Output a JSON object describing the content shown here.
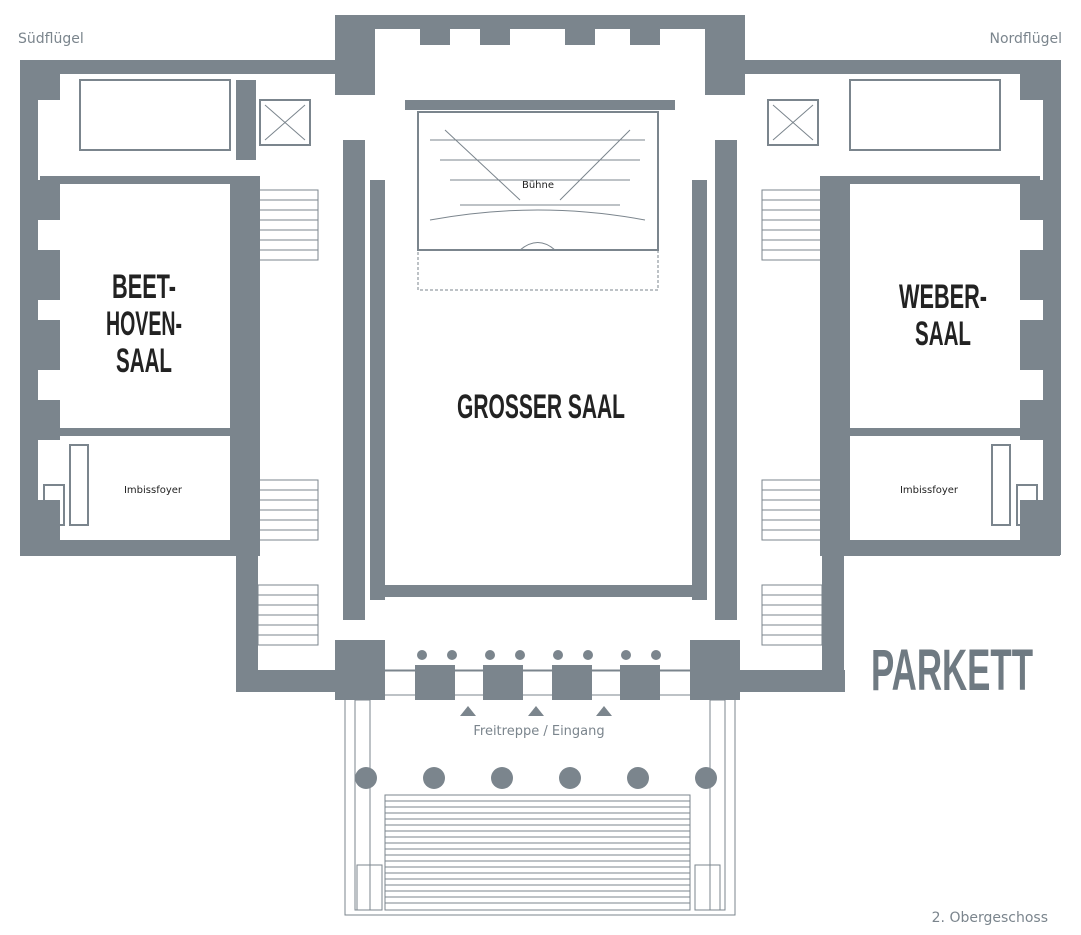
{
  "wings": {
    "south": "Südflügel",
    "north": "Nordflügel"
  },
  "rooms": {
    "beethoven": [
      "BEET-",
      "HOVEN-",
      "SAAL"
    ],
    "weber": [
      "WEBER-",
      "SAAL"
    ],
    "grosser_saal": "GROSSER SAAL",
    "buehne": "Bühne",
    "imbissfoyer_south": "Imbissfoyer",
    "imbissfoyer_north": "Imbissfoyer"
  },
  "entrance": "Freitreppe / Eingang",
  "level_name": "PARKETT",
  "floor": "2. Obergeschoss",
  "colors": {
    "wall": "#7b858d",
    "label": "#222222",
    "level": "#6f7a82"
  }
}
